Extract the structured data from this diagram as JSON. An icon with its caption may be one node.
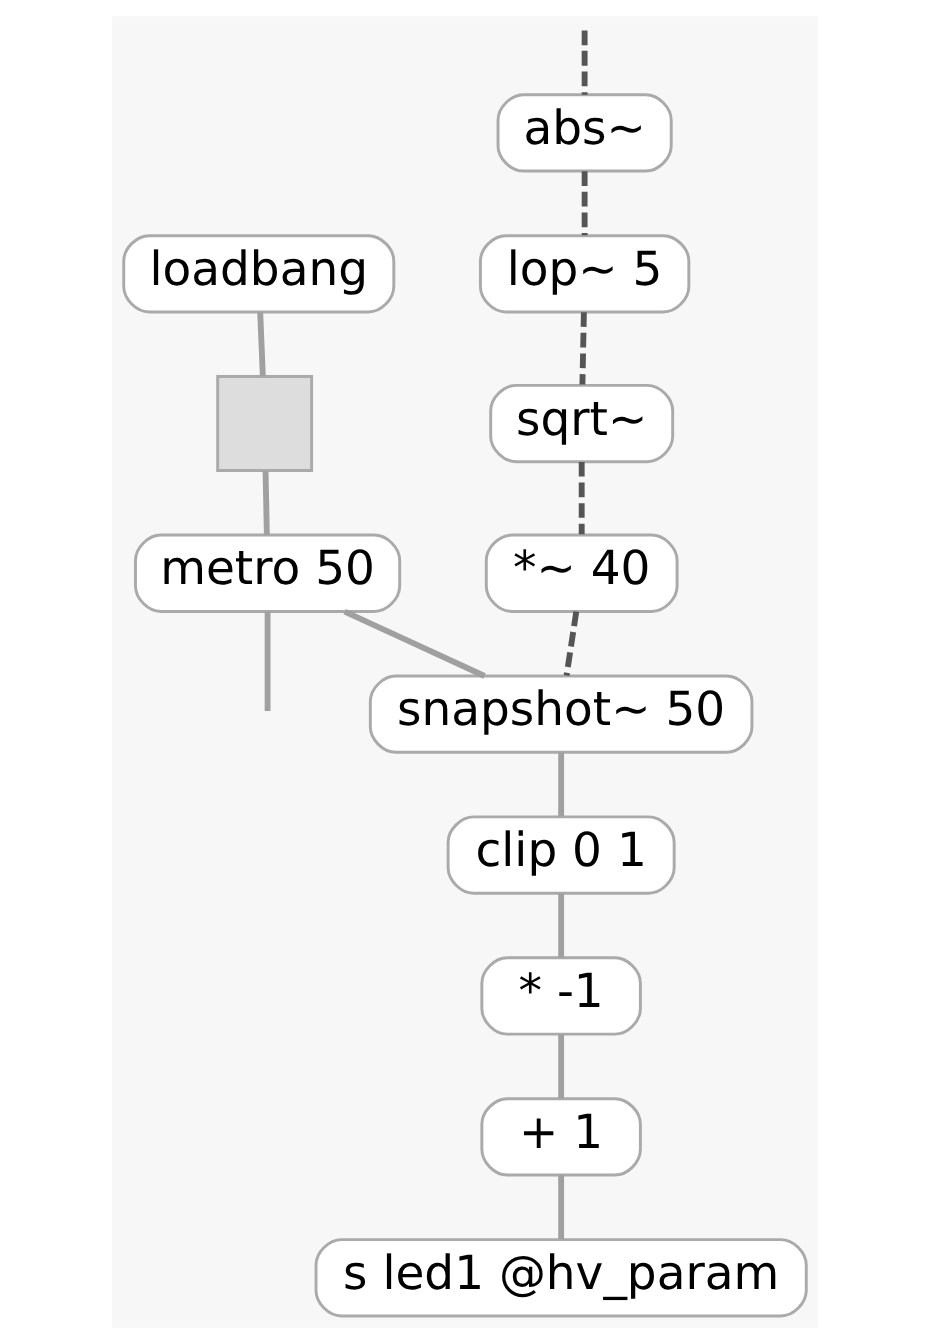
{
  "diagram": {
    "nodes": [
      {
        "text": [
          "abs~"
        ]
      },
      {
        "text": [
          "loadbang"
        ]
      },
      {
        "text": [
          "lop~ 5"
        ]
      },
      {
        "text": [],
        "shape": "box"
      },
      {
        "text": [
          "sqrt~"
        ]
      },
      {
        "text": [
          "metro 50"
        ]
      },
      {
        "text": [
          "*~ 40"
        ]
      },
      {
        "text": [
          "snapshot~ 50"
        ]
      },
      {
        "text": [
          "clip 0 1"
        ]
      },
      {
        "text": [
          "* -1"
        ]
      },
      {
        "text": [
          "+ 1"
        ]
      },
      {
        "text": [
          "s led1 @hv_param"
        ]
      }
    ],
    "edges": [
      {
        "from": null,
        "to": 0,
        "arrow": "none",
        "style": "dashed"
      },
      {
        "from": 0,
        "to": 2,
        "arrow": "none",
        "style": "dashed"
      },
      {
        "from": 2,
        "to": 4,
        "arrow": "none",
        "style": "dashed"
      },
      {
        "from": 4,
        "to": 6,
        "arrow": "none",
        "style": "dashed"
      },
      {
        "from": 1,
        "to": 3,
        "arrow": "none"
      },
      {
        "from": 3,
        "to": 5,
        "arrow": "none"
      },
      {
        "from": 5,
        "to": null,
        "arrow": "none"
      },
      {
        "from": 5,
        "to": 7,
        "arrow": "none"
      },
      {
        "from": 6,
        "to": 7,
        "arrow": "none",
        "style": "dashed"
      },
      {
        "from": 7,
        "to": 8,
        "arrow": "none"
      },
      {
        "from": 8,
        "to": 9,
        "arrow": "none"
      },
      {
        "from": 9,
        "to": 10,
        "arrow": "none"
      },
      {
        "from": 10,
        "to": 11,
        "arrow": "none"
      }
    ]
  }
}
